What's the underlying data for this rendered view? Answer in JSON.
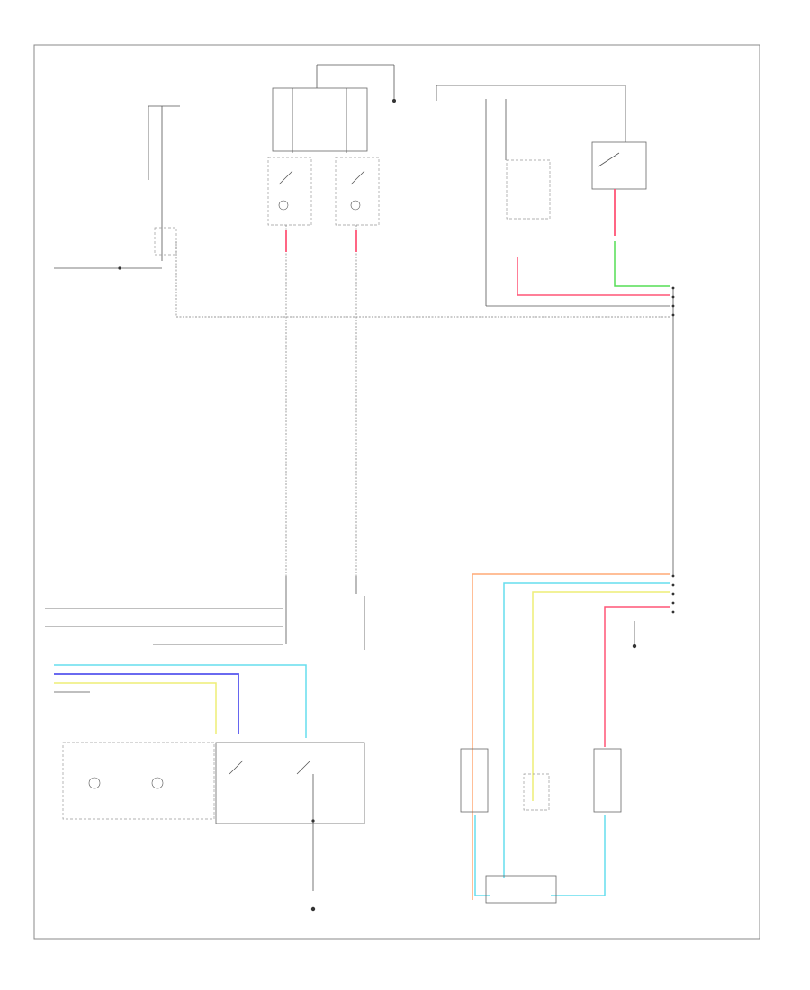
{
  "diagram": {
    "footer_code": "",
    "colors": {
      "red": "#ff5577",
      "green": "#55dd55",
      "blue": "#5555ee",
      "cyan": "#66ddee",
      "yellow": "#eeee77",
      "orange": "#ffaa77",
      "wire": "#555555"
    },
    "nodes": [
      {
        "id": "ecm",
        "label": ""
      },
      {
        "id": "fuse-box",
        "label": ""
      },
      {
        "id": "dl-relay-left",
        "label": ""
      },
      {
        "id": "dl-relay-right",
        "label": ""
      },
      {
        "id": "connector-top",
        "label": ""
      },
      {
        "id": "sensor-unit",
        "label": ""
      },
      {
        "id": "switch-unit",
        "label": ""
      },
      {
        "id": "receiver",
        "label": ""
      },
      {
        "id": "ground-right",
        "label": ""
      },
      {
        "id": "left-lamp-unit",
        "label": ""
      },
      {
        "id": "right-switch-unit",
        "label": ""
      },
      {
        "id": "ground-bottom",
        "label": ""
      },
      {
        "id": "sensor-a",
        "label": ""
      },
      {
        "id": "sensor-b",
        "label": ""
      },
      {
        "id": "sensor-c",
        "label": ""
      },
      {
        "id": "bottom-connector",
        "label": ""
      }
    ]
  }
}
